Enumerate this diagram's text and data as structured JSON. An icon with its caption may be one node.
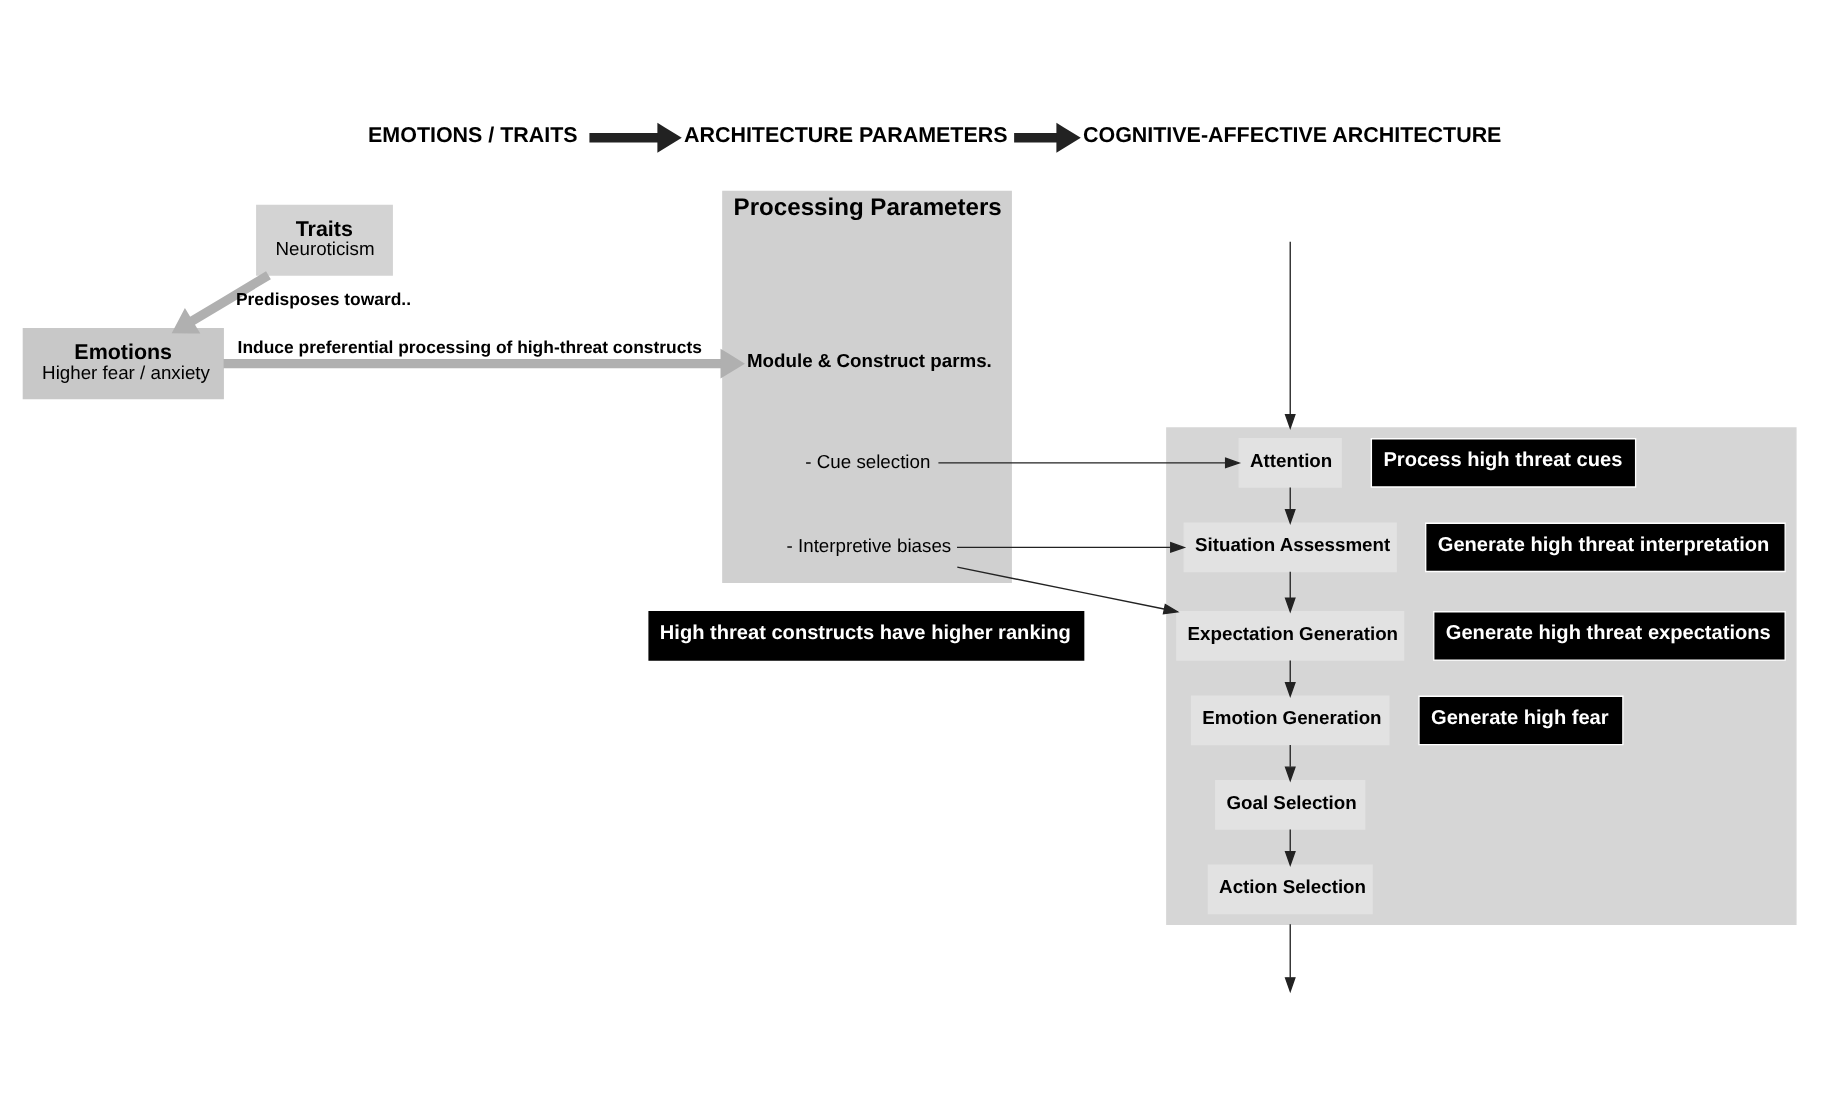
{
  "diagram": {
    "nodes": [
      {
        "text": [
          "EMOTIONS / TRAITS"
        ]
      },
      {
        "text": [
          "ARCHITECTURE PARAMETERS"
        ]
      },
      {
        "text": [
          "COGNITIVE-AFFECTIVE ARCHITECTURE"
        ]
      },
      {
        "text": [
          "Traits",
          "Neuroticism"
        ]
      },
      {
        "text": [
          "Emotions",
          "Higher fear / anxiety"
        ]
      },
      {
        "text": [
          "Processing Parameters"
        ]
      },
      {
        "text": [
          "Module & Construct parms."
        ],
        "in": 5
      },
      {
        "text": [
          "- Cue selection"
        ],
        "in": 5
      },
      {
        "text": [
          "- Interpretive biases"
        ],
        "in": 5
      },
      {
        "text": [],
        "shape": "box"
      },
      {
        "text": [
          "Attention"
        ],
        "in": 9,
        "beside": [
          "Process high threat cues"
        ]
      },
      {
        "text": [
          "Situation Assessment"
        ],
        "in": 9,
        "beside": [
          "Generate high threat interpretation"
        ]
      },
      {
        "text": [
          "Expectation Generation"
        ],
        "in": 9,
        "beside": [
          "Generate high threat expectations"
        ]
      },
      {
        "text": [
          "Emotion Generation"
        ],
        "in": 9,
        "beside": [
          "Generate high fear"
        ]
      },
      {
        "text": [
          "Goal Selection"
        ],
        "in": 9
      },
      {
        "text": [
          "Action Selection"
        ],
        "in": 9
      }
    ],
    "edges": [
      {
        "from": 0,
        "to": 1,
        "arrow": "to",
        "style": "thick"
      },
      {
        "from": 1,
        "to": 2,
        "arrow": "to",
        "style": "thick"
      },
      {
        "from": 3,
        "to": 4,
        "arrow": "to",
        "style": "thick",
        "color": "#b0b0b0",
        "label": "Predisposes toward.."
      },
      {
        "from": 4,
        "to": 6,
        "arrow": "to",
        "style": "thick",
        "color": "#b0b0b0",
        "label": "Induce preferential processing of high-threat constructs"
      },
      {
        "from": 7,
        "to": 10,
        "arrow": "to"
      },
      {
        "from": 8,
        "to": 11,
        "arrow": "to"
      },
      {
        "from": 8,
        "to": 12,
        "arrow": "to"
      },
      {
        "from": null,
        "to": 9,
        "arrow": "to"
      },
      {
        "from": 10,
        "to": 11,
        "arrow": "to"
      },
      {
        "from": 11,
        "to": 12,
        "arrow": "to"
      },
      {
        "from": 12,
        "to": 13,
        "arrow": "to"
      },
      {
        "from": 13,
        "to": 14,
        "arrow": "to"
      },
      {
        "from": 14,
        "to": 15,
        "arrow": "to"
      },
      {
        "from": 9,
        "to": null,
        "arrow": "to"
      }
    ],
    "labels": [
      "High threat constructs have higher ranking"
    ]
  }
}
